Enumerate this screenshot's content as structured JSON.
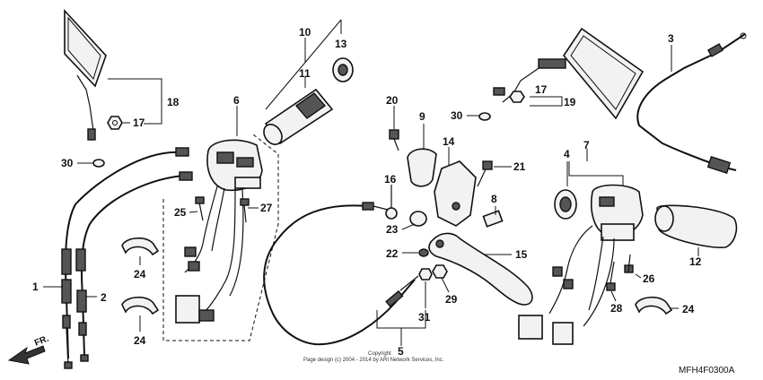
{
  "callouts": {
    "c1": "1",
    "c2": "2",
    "c3": "3",
    "c4": "4",
    "c5": "5",
    "c6": "6",
    "c7": "7",
    "c8": "8",
    "c9": "9",
    "c10": "10",
    "c11": "11",
    "c12": "12",
    "c13": "13",
    "c14": "14",
    "c15": "15",
    "c16": "16",
    "c17a": "17",
    "c17b": "17",
    "c18": "18",
    "c19": "19",
    "c20": "20",
    "c21": "21",
    "c22": "22",
    "c23": "23",
    "c24a": "24",
    "c24b": "24",
    "c24c": "24",
    "c25": "25",
    "c26": "26",
    "c27": "27",
    "c28": "28",
    "c29": "29",
    "c30a": "30",
    "c30b": "30",
    "c31": "31"
  },
  "copyright": {
    "line1": "Copyright",
    "line2": "Page design (c) 2004 - 2014 by ARI Network Services, Inc."
  },
  "diagram_code": "MFH4F0300A",
  "direction_label": "FR."
}
